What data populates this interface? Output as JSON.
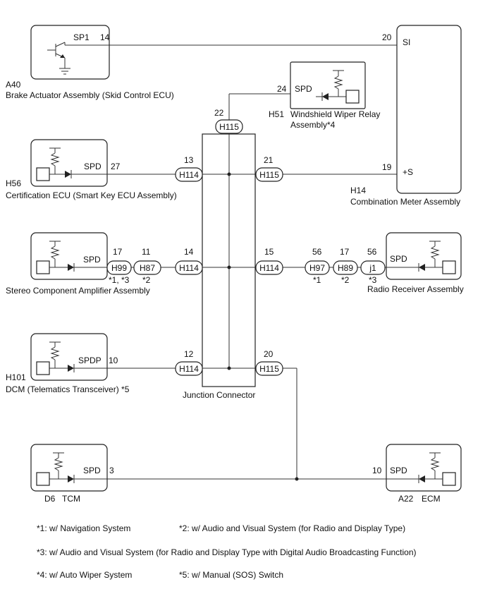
{
  "components": {
    "a40": {
      "code": "A40",
      "name": "Brake Actuator Assembly (Skid Control ECU)",
      "pin_name": "SP1",
      "pin_no": "14"
    },
    "h51": {
      "code": "H51",
      "name_line1": "Windshield Wiper Relay",
      "name_line2": "Assembly*4",
      "pin_name": "SPD",
      "pin_no": "24"
    },
    "h14": {
      "code": "H14",
      "name": "Combination Meter Assembly",
      "pin_si_name": "SI",
      "pin_si_no": "20",
      "pin_s_name": "+S",
      "pin_s_no": "19"
    },
    "h56": {
      "code": "H56",
      "name": "Certification ECU (Smart Key ECU Assembly)",
      "pin_name": "SPD",
      "pin_no": "27"
    },
    "stereo": {
      "name": "Stereo Component Amplifier Assembly",
      "pin_name": "SPD"
    },
    "radio": {
      "name": "Radio Receiver Assembly",
      "pin_name": "SPD"
    },
    "h101": {
      "code": "H101",
      "name": "DCM (Telematics Transceiver) *5",
      "pin_name": "SPDP",
      "pin_no": "10"
    },
    "d6": {
      "code": "D6",
      "name": "TCM",
      "pin_name": "SPD",
      "pin_no": "3"
    },
    "a22": {
      "code": "A22",
      "name": "ECM",
      "pin_name": "SPD",
      "pin_no": "10"
    },
    "junction": {
      "name": "Junction Connector"
    }
  },
  "connectors": {
    "h115_top": {
      "label": "H115",
      "pin": "22"
    },
    "h114_r1": {
      "label": "H114",
      "pin": "13"
    },
    "h115_r1": {
      "label": "H115",
      "pin": "21"
    },
    "h99": {
      "label": "H99",
      "pin": "17",
      "note": "*1, *3"
    },
    "h87": {
      "label": "H87",
      "pin": "11",
      "note": "*2"
    },
    "h114_r2": {
      "label": "H114",
      "pin": "14"
    },
    "h114_r2r": {
      "label": "H114",
      "pin": "15"
    },
    "h97": {
      "label": "H97",
      "pin": "56",
      "note": "*1"
    },
    "h89": {
      "label": "H89",
      "pin": "17",
      "note": "*2"
    },
    "j1": {
      "label": "j1",
      "pin": "56",
      "note": "*3"
    },
    "h114_r3": {
      "label": "H114",
      "pin": "12"
    },
    "h115_r3": {
      "label": "H115",
      "pin": "20"
    }
  },
  "notes": {
    "n1": "*1: w/ Navigation System",
    "n2": "*2: w/ Audio and Visual System (for Radio and Display Type)",
    "n3": "*3: w/ Audio and Visual System (for Radio and Display Type with Digital Audio Broadcasting Function)",
    "n4": "*4: w/ Auto Wiper System",
    "n5": "*5: w/ Manual (SOS) Switch"
  },
  "colors": {
    "line": "#333333",
    "background": "#ffffff"
  }
}
